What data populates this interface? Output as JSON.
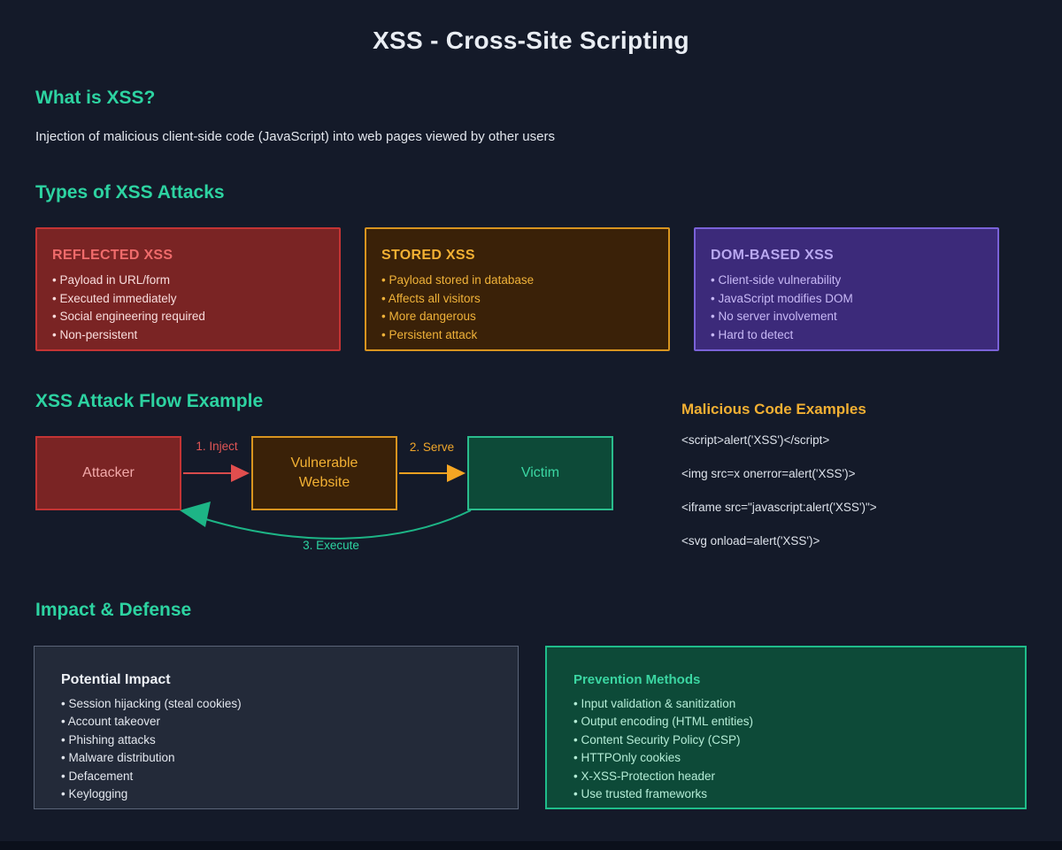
{
  "page": {
    "title": "XSS - Cross-Site Scripting",
    "colors": {
      "background": "#141a29",
      "heading_mint": "#2dd3a1",
      "red_accent": "#c43434",
      "orange_accent": "#d8941f",
      "purple_accent": "#7a62d8",
      "green_accent": "#1fbd8a"
    }
  },
  "what_is": {
    "heading": "What is XSS?",
    "description": "Injection of malicious client-side code (JavaScript) into web pages viewed by other users"
  },
  "types": {
    "heading": "Types of XSS Attacks",
    "cards": [
      {
        "title": "REFLECTED XSS",
        "items": [
          "Payload in URL/form",
          "Executed immediately",
          "Social engineering required",
          "Non-persistent"
        ]
      },
      {
        "title": "STORED XSS",
        "items": [
          "Payload stored in database",
          "Affects all visitors",
          "More dangerous",
          "Persistent attack"
        ]
      },
      {
        "title": "DOM-BASED XSS",
        "items": [
          "Client-side vulnerability",
          "JavaScript modifies DOM",
          "No server involvement",
          "Hard to detect"
        ]
      }
    ]
  },
  "flow": {
    "heading": "XSS Attack Flow Example",
    "nodes": [
      {
        "label": "Attacker"
      },
      {
        "label": "Vulnerable Website"
      },
      {
        "label": "Victim"
      }
    ],
    "arrows": [
      {
        "label": "1. Inject"
      },
      {
        "label": "2. Serve"
      },
      {
        "label": "3. Execute"
      }
    ]
  },
  "examples": {
    "heading": "Malicious Code Examples",
    "snippets": [
      "<script>alert('XSS')</script>",
      "<img src=x onerror=alert('XSS')>",
      "<iframe src=\"javascript:alert('XSS')\">",
      "<svg onload=alert('XSS')>"
    ]
  },
  "impact_defense": {
    "heading": "Impact & Defense",
    "impact": {
      "title": "Potential Impact",
      "items": [
        "Session hijacking (steal cookies)",
        "Account takeover",
        "Phishing attacks",
        "Malware distribution",
        "Defacement",
        "Keylogging"
      ]
    },
    "prevention": {
      "title": "Prevention Methods",
      "items": [
        "Input validation & sanitization",
        "Output encoding (HTML entities)",
        "Content Security Policy (CSP)",
        "HTTPOnly cookies",
        "X-XSS-Protection header",
        "Use trusted frameworks"
      ]
    }
  }
}
